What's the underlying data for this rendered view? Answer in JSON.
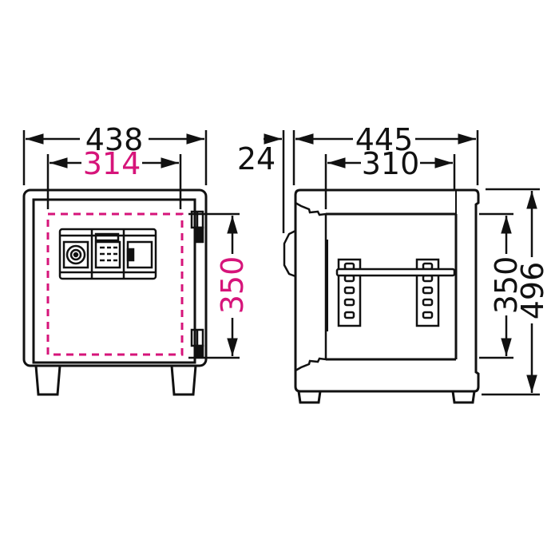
{
  "diagram": {
    "type": "safe-dimension-drawing",
    "colors": {
      "line": "#111111",
      "interior": "#d6147a",
      "background": "#ffffff"
    },
    "front_view": {
      "outer_width": "438",
      "interior_width": "314",
      "interior_height": "350"
    },
    "side_view": {
      "handle_depth": "24",
      "outer_depth": "445",
      "interior_depth": "310",
      "interior_height": "350",
      "outer_height": "496"
    }
  }
}
